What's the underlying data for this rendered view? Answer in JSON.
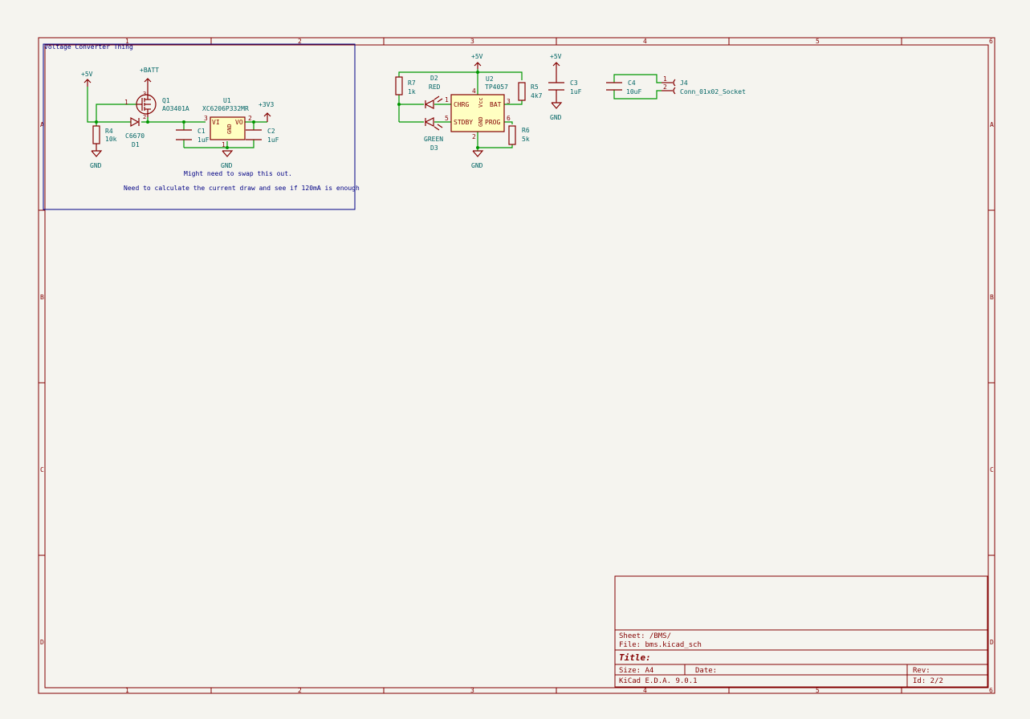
{
  "sheet": {
    "zones_cols": [
      "1",
      "2",
      "3",
      "4",
      "5",
      "6"
    ],
    "zones_rows": [
      "A",
      "B",
      "C",
      "D"
    ],
    "title_block": {
      "sheet": "Sheet: /BMS/",
      "file": "File: bms.kicad_sch",
      "title": "Title:",
      "size": "Size: A4",
      "date": "Date:",
      "rev": "Rev:",
      "tool": "KiCad E.D.A. 9.0.1",
      "id": "Id: 2/2"
    }
  },
  "group": {
    "label": "Voltage Converter Thing",
    "note1": "Might need to swap this out.",
    "note2": "Need to calculate the current draw and see if 120mA is enough"
  },
  "power": {
    "p5v_a": "+5V",
    "batt": "+BATT",
    "p3v3": "+3V3",
    "gnd_a": "GND",
    "gnd_b": "GND",
    "p5v_b": "+5V",
    "gnd_c": "GND",
    "p5v_c": "+5V",
    "gnd_d": "GND"
  },
  "components": {
    "q1": {
      "ref": "Q1",
      "value": "AO3401A",
      "pin1": "1",
      "pin2": "2",
      "pin3": "3"
    },
    "r4": {
      "ref": "R4",
      "value": "10k"
    },
    "d1": {
      "ref": "D1",
      "value": "C6670"
    },
    "u1": {
      "ref": "U1",
      "value": "XC6206P332MR",
      "vi": "VI",
      "vo": "VO",
      "gnd": "GND",
      "p1": "1",
      "p2": "2",
      "p3": "3"
    },
    "c1": {
      "ref": "C1",
      "value": "1uF"
    },
    "c2": {
      "ref": "C2",
      "value": "1uF"
    },
    "r7": {
      "ref": "R7",
      "value": "1k"
    },
    "d2": {
      "ref": "D2",
      "value": "RED"
    },
    "d3": {
      "ref": "D3",
      "value": "GREEN"
    },
    "u2": {
      "ref": "U2",
      "value": "TP4057",
      "chrg": "CHRG",
      "stdby": "STDBY",
      "vcc": "Vcc",
      "gnd": "GND",
      "bat": "BAT",
      "prog": "PROG",
      "p1": "1",
      "p2": "2",
      "p3": "3",
      "p4": "4",
      "p5": "5",
      "p6": "6"
    },
    "r5": {
      "ref": "R5",
      "value": "4k7"
    },
    "r6": {
      "ref": "R6",
      "value": "5k"
    },
    "c3": {
      "ref": "C3",
      "value": "1uF"
    },
    "c4": {
      "ref": "C4",
      "value": "10uF"
    },
    "j4": {
      "ref": "J4",
      "value": "Conn_01x02_Socket",
      "p1": "1",
      "p2": "2"
    }
  }
}
